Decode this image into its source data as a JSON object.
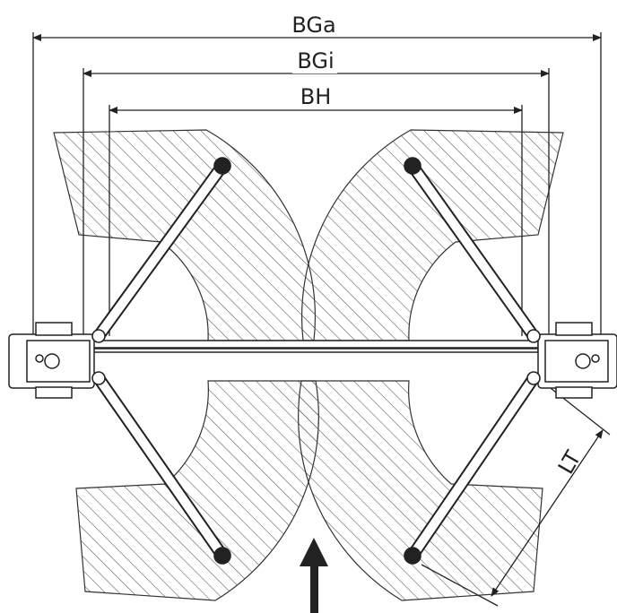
{
  "dimensions": {
    "outer_width_label": "BGa",
    "inner_width_label": "BGi",
    "column_clearance_label": "BH",
    "arm_length_label": "LT"
  },
  "colors": {
    "line": "#222222",
    "hatch": "#555555",
    "background": "#ffffff"
  },
  "icons": {
    "drive_direction": "arrow-up-icon"
  }
}
